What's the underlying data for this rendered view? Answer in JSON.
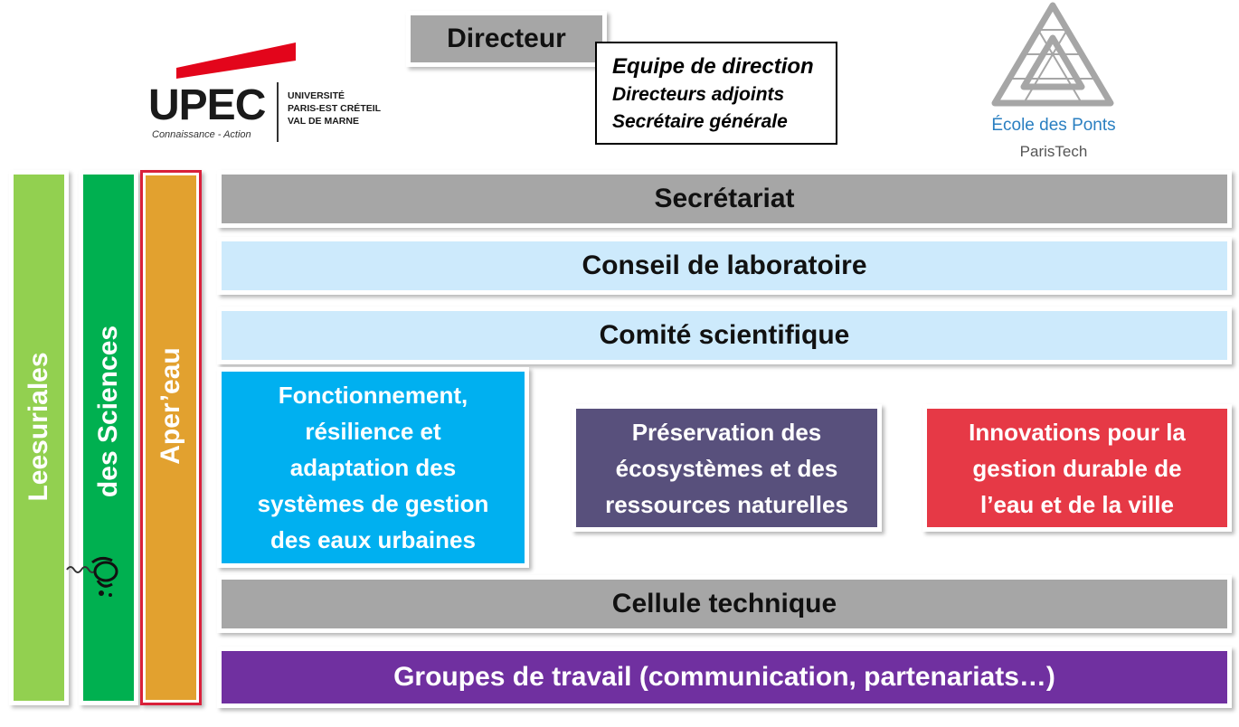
{
  "header": {
    "directeur": "Directeur",
    "equipe": {
      "title": "Equipe de direction",
      "line1": "Directeurs adjoints",
      "line2": "Secrétaire générale"
    }
  },
  "logos": {
    "upec": {
      "mark": "UPEC",
      "university_line1": "UNIVERSITÉ",
      "university_line2": "PARIS-EST CRÉTEIL",
      "university_line3": "VAL DE MARNE",
      "tagline": "Connaissance - Action"
    },
    "enpc": {
      "name": "École des Ponts",
      "sub": "ParisTech"
    }
  },
  "side_bars": [
    {
      "label": "Leesuriales",
      "color": "#92d050"
    },
    {
      "label": "des Sciences",
      "color": "#00b050"
    },
    {
      "label": "Aper’eau",
      "color": "#e2a12f"
    }
  ],
  "rows": {
    "secretariat": "Secrétariat",
    "conseil": "Conseil de laboratoire",
    "comite": "Comité scientifique",
    "cellule": "Cellule technique",
    "groupes": "Groupes de travail (communication, partenariats…)"
  },
  "themes": [
    {
      "lines": [
        "Fonctionnement,",
        "résilience et",
        "adaptation des",
        "systèmes de gestion",
        "des eaux urbaines"
      ],
      "color": "#00b0f0"
    },
    {
      "lines": [
        "Préservation des",
        "écosystèmes et des",
        "ressources naturelles"
      ],
      "color": "#58507c"
    },
    {
      "lines": [
        "Innovations pour la",
        "gestion durable de",
        "l’eau et de la ville"
      ],
      "color": "#e63946"
    }
  ]
}
